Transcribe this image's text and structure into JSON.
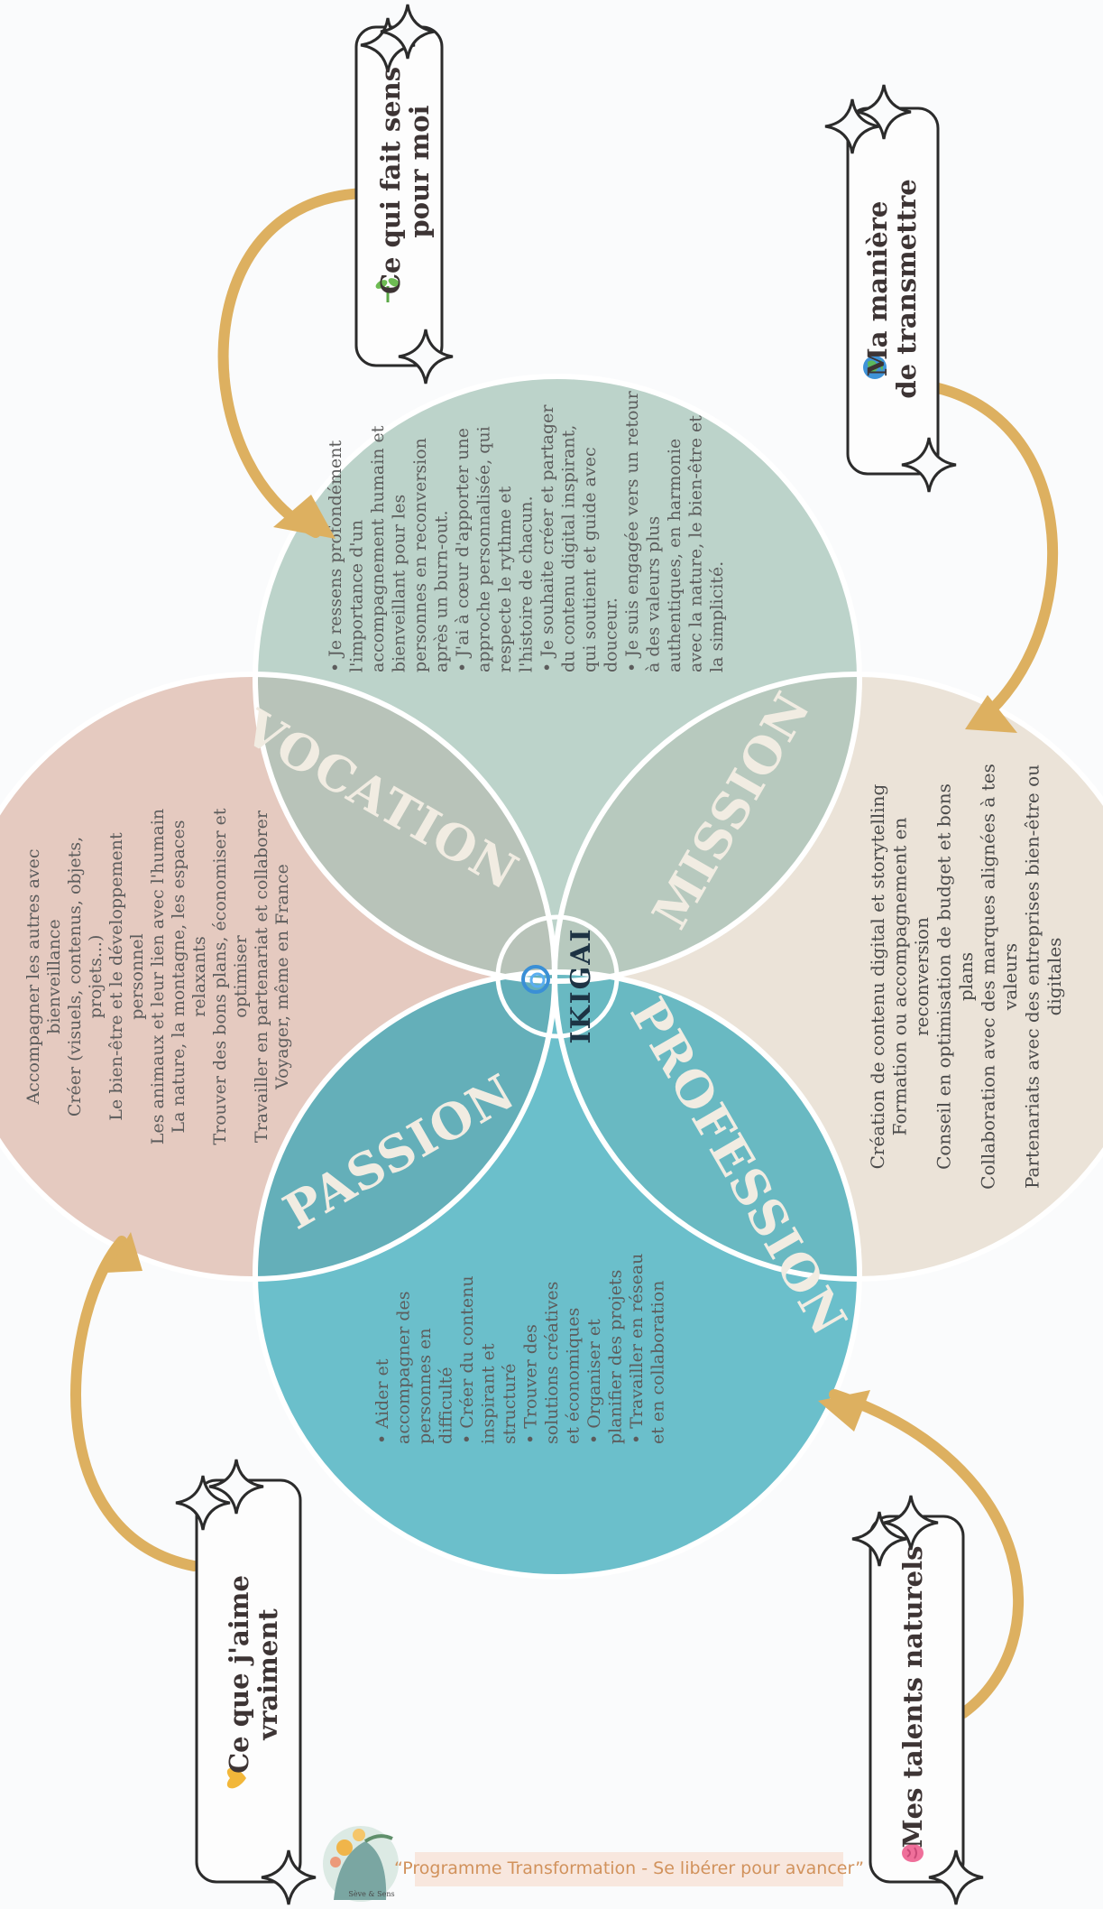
{
  "center": {
    "label": "IKIGAI"
  },
  "labels": {
    "vocation": "VOCATION",
    "mission": "MISSION",
    "passion": "PASSION",
    "profession": "PROFESSION"
  },
  "boxes": {
    "sens": {
      "line1": "Ce qui fait sens",
      "line2": "pour moi",
      "icon": "seedling-icon"
    },
    "transmettre": {
      "line1": "Ma manière",
      "line2": "de transmettre",
      "icon": "globe-icon"
    },
    "aime": {
      "line1": "Ce que j'aime",
      "line2": "vraiment",
      "icon": "heart-icon"
    },
    "talents": {
      "line1": "Mes talents  naturels",
      "icon": "brain-icon"
    }
  },
  "sens_list": [
    "• Je ressens profondément",
    "l'importance d'un",
    "accompagnement humain et",
    "bienveillant pour les",
    "personnes en reconversion",
    "après un burn-out.",
    "• J'ai à cœur d'apporter une",
    "approche personnalisée, qui",
    "respecte le rythme et",
    "l'histoire de chacun.",
    "• Je souhaite créer et partager",
    "du contenu digital inspirant,",
    "qui soutient et guide avec",
    "douceur.",
    "• Je suis engagée vers un retour",
    "à des valeurs plus",
    "authentiques, en harmonie",
    "avec la nature, le bien-être et",
    "la simplicité."
  ],
  "aime_list": [
    "Accompagner les autres avec",
    "bienveillance",
    "Créer (visuels, contenus, objets,",
    "projets...)",
    "Le bien-être et le développement",
    "personnel",
    "Les animaux et leur lien avec l'humain",
    "La nature, la montagne, les espaces",
    "relaxants",
    "Trouver des bons plans, économiser et",
    "optimiser",
    "Travailler en partenariat et collaborer",
    "Voyager, même en France"
  ],
  "transmettre_list": [
    "Création de contenu digital et storytelling",
    "Formation ou accompagnement en",
    "reconversion",
    "Conseil en optimisation de budget et bons",
    "plans",
    "Collaboration avec des marques alignées à tes",
    "valeurs",
    "Partenariats avec des entreprises bien-être ou",
    "digitales"
  ],
  "talents_list": [
    "• Aider et",
    "accompagner des",
    "personnes en",
    "difficulté",
    "• Créer du contenu",
    "inspirant et",
    "structuré",
    "• Trouver des",
    "solutions créatives",
    "et économiques",
    "• Organiser et",
    "planifier des projets",
    "• Travailler en réseau",
    "et en collaboration"
  ],
  "footer": {
    "text": "“Programme Transformation - Se libérer pour avancer”",
    "logo": "Sève & Sens"
  },
  "colors": {
    "green": "#bcd3ca",
    "beige": "#ebe3d8",
    "pink": "#e5cac0",
    "teal": "#6bbfcb",
    "vocation": "#b8c3b9",
    "mission": "#b7c9be",
    "passion": "#64afb9",
    "profession": "#69b9c2",
    "center": "#8bbab6",
    "arrow": "#ddb060",
    "title": "#3d3434"
  }
}
